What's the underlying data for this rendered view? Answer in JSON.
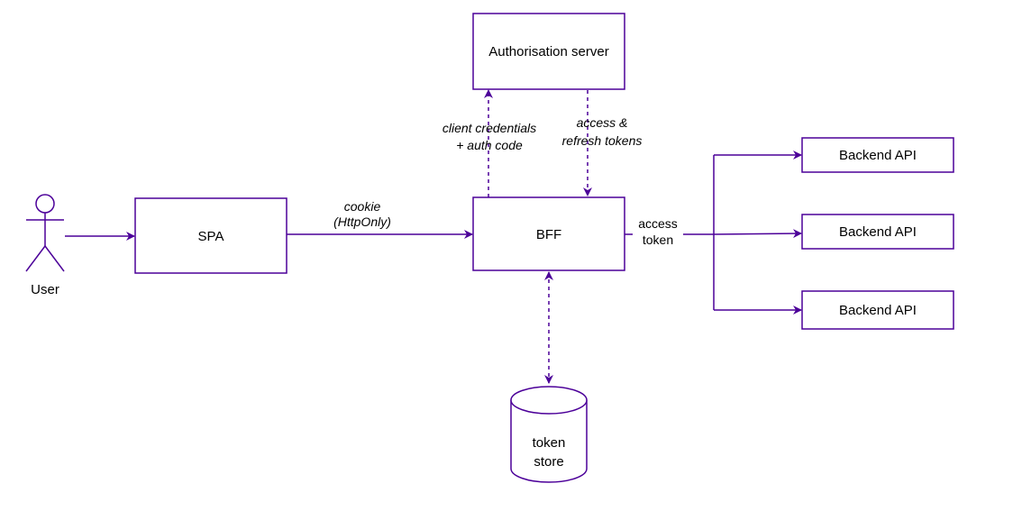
{
  "colors": {
    "stroke": "#4c0099",
    "text": "#000000",
    "background": "#ffffff"
  },
  "actor": {
    "label": "User"
  },
  "nodes": {
    "spa": {
      "label": "SPA"
    },
    "bff": {
      "label": "BFF"
    },
    "auth_server": {
      "label": "Authorisation server"
    },
    "backend_api_1": {
      "label": "Backend API"
    },
    "backend_api_2": {
      "label": "Backend API"
    },
    "backend_api_3": {
      "label": "Backend API"
    },
    "token_store": {
      "label_line1": "token",
      "label_line2": "store"
    }
  },
  "edges": {
    "spa_to_bff": {
      "line1": "cookie",
      "line2": "(HttpOnly)"
    },
    "bff_to_auth": {
      "line1": "client credentials",
      "line2": "+ auth code"
    },
    "auth_to_bff": {
      "line1": "access &",
      "line2": "refresh tokens"
    },
    "bff_to_backends": {
      "line1": "access",
      "line2": "token"
    }
  }
}
